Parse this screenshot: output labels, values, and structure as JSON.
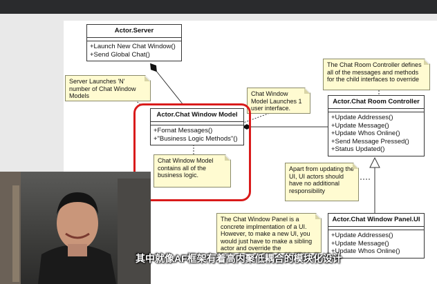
{
  "diagram": {
    "classes": {
      "server": {
        "name": "Actor.Server",
        "ops": [
          "+Launch New Chat Window()",
          "+Send Global Chat()"
        ]
      },
      "chat_window_model": {
        "name": "Actor.Chat Window Model",
        "ops": [
          "+Fornat Messages()",
          "+\"Business Logic Methods\"()"
        ]
      },
      "chat_room_controller": {
        "name": "Actor.Chat Room Controller",
        "ops": [
          "+Update Addresses()",
          "+Update Message()",
          "+Update Whos Online()",
          "+Send Message Pressed()",
          "+Status Updated()"
        ]
      },
      "chat_window_panel_ui": {
        "name": "Actor.Chat Window Panel.UI",
        "ops": [
          "+Update Addresses()",
          "+Update Message()",
          "+Update Whos Online()"
        ]
      }
    },
    "notes": {
      "server_launches": "Server Launches 'N' number of Chat Window Models",
      "controller_defines": "The Chat Room Controller defines all of the messages and methods for the child interfaces to override",
      "model_launches": "Chat Window Model Launches 1 user interface.",
      "model_contains": "Chat Window Model contains all of the business logic.",
      "apart_from": "Apart from updating the UI, UI actors should have no additional responsibility",
      "panel_concrete": "The Chat Window Panel is a concrete implmentation of a UI. However, to make a new UI, you would just have to make a sibling actor and override the"
    }
  },
  "subtitle": "其中就像AF框架有着高内聚低耦合的模块化设计",
  "colors": {
    "highlight": "#d91a1a",
    "note_fill": "#fffbd1"
  }
}
